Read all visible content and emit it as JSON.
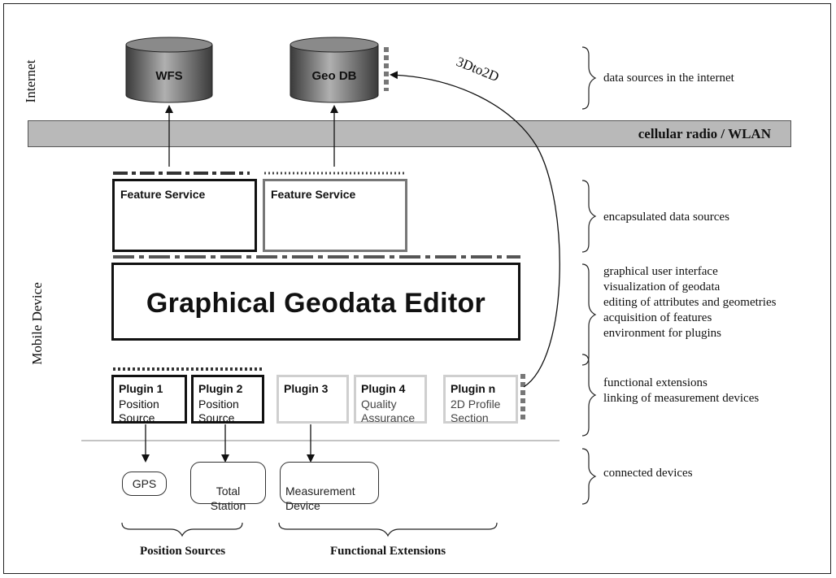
{
  "side_labels": {
    "internet": "Internet",
    "mobile": "Mobile Device"
  },
  "data_sources": [
    {
      "label": "WFS"
    },
    {
      "label": "Geo DB"
    }
  ],
  "band": {
    "label": "cellular radio / WLAN"
  },
  "feature_services": [
    {
      "title": "Feature Service"
    },
    {
      "title": "Feature Service"
    }
  ],
  "editor": {
    "title": "Graphical Geodata Editor"
  },
  "plugins": [
    {
      "name": "Plugin 1",
      "desc": "Position\nSource"
    },
    {
      "name": "Plugin 2",
      "desc": "Position\nSource"
    },
    {
      "name": "Plugin 3",
      "desc": ""
    },
    {
      "name": "Plugin 4",
      "desc": "Quality\nAssurance"
    },
    {
      "name": "Plugin n",
      "desc": "2D Profile\nSection"
    }
  ],
  "devices": [
    {
      "label": "GPS"
    },
    {
      "label": "Total\nStation"
    },
    {
      "label": "Measurement\nDevice"
    }
  ],
  "arrow_label": "3Dto2D",
  "right_annotations": {
    "internet": "data sources in the internet",
    "encapsulated": "encapsulated data sources",
    "gui": "graphical user interface\nvisualization of geodata\nediting of attributes and geometries\nacquisition of features\nenvironment for plugins",
    "functional": "functional extensions\nlinking of measurement devices",
    "connected": "connected devices"
  },
  "groups": {
    "position": "Position Sources",
    "functional": "Functional Extensions"
  }
}
